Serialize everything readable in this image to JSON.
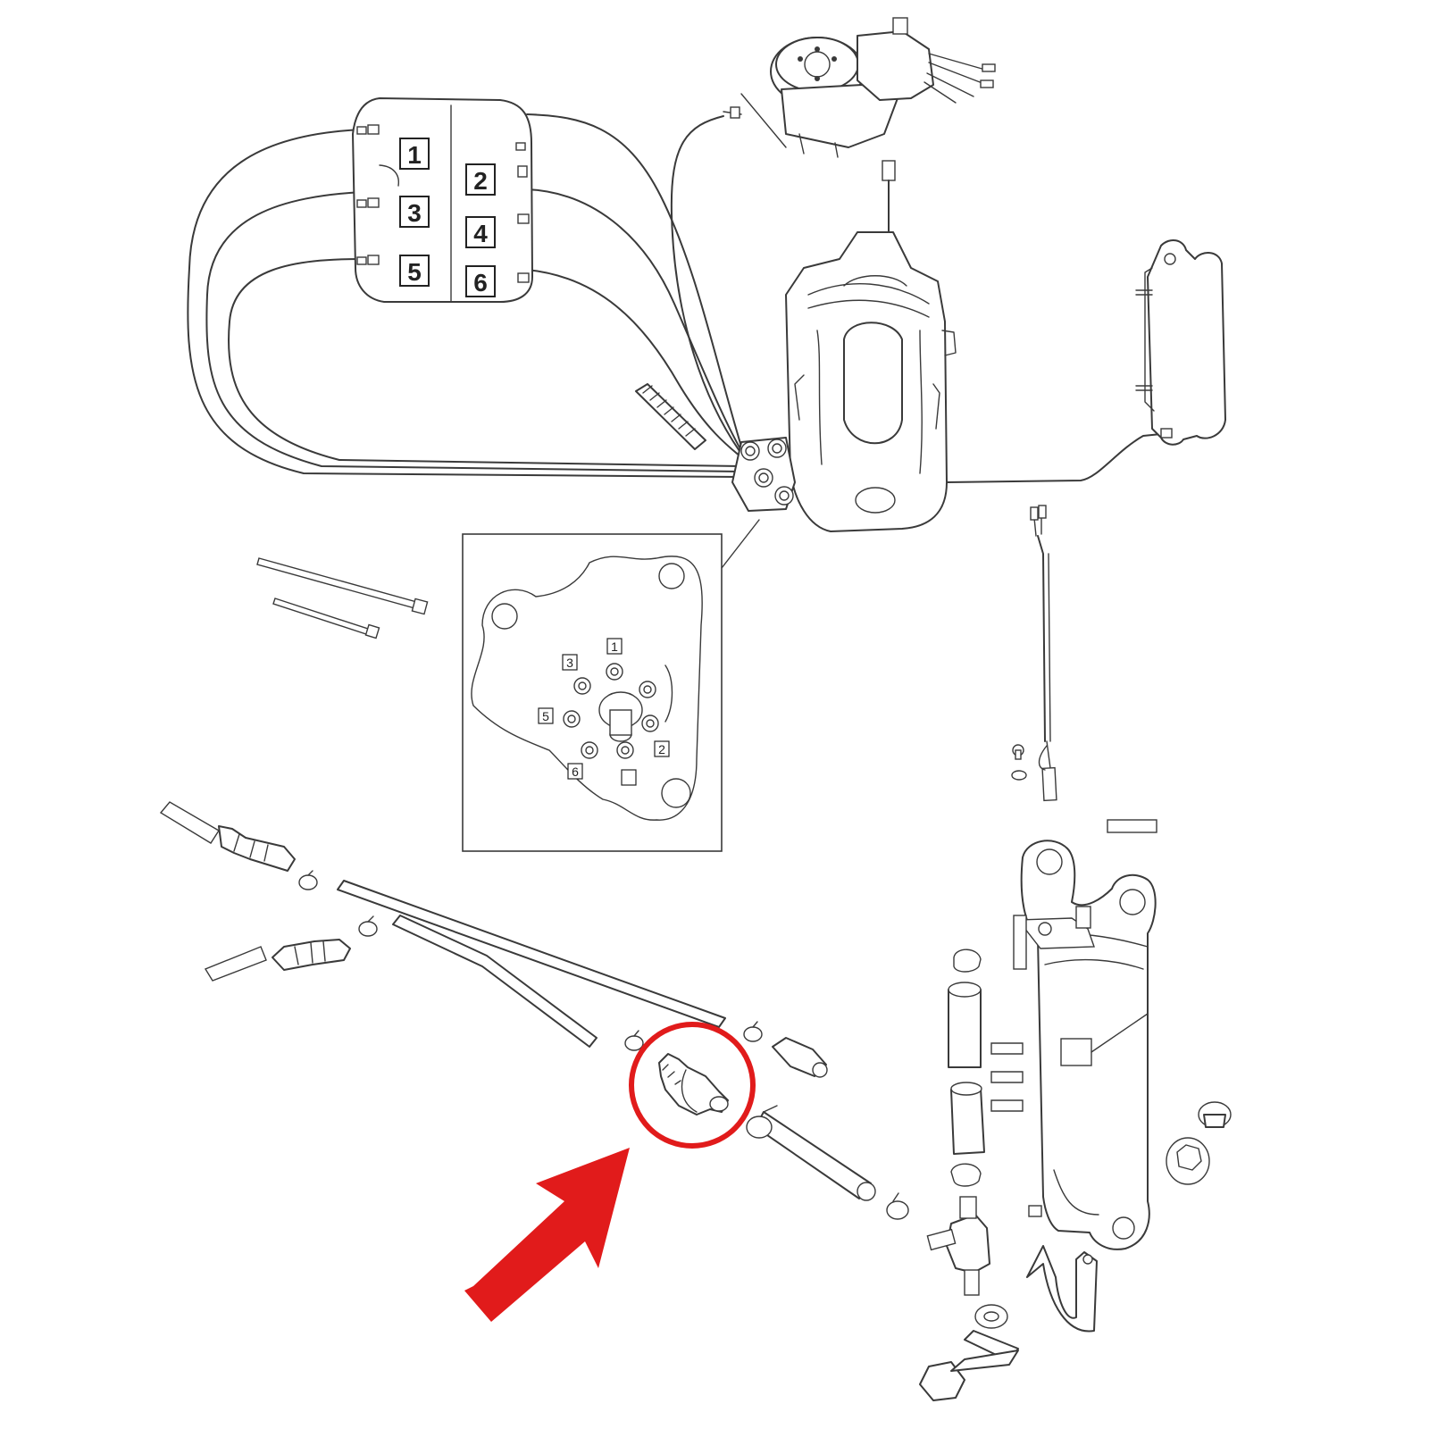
{
  "diagram": {
    "cylinder_labels": [
      "1",
      "2",
      "3",
      "4",
      "5",
      "6"
    ],
    "inset_port_labels": [
      "1",
      "2",
      "3",
      "5",
      "6"
    ],
    "highlight_color": "#e11b1b",
    "line_color": "#3a3a3a"
  }
}
